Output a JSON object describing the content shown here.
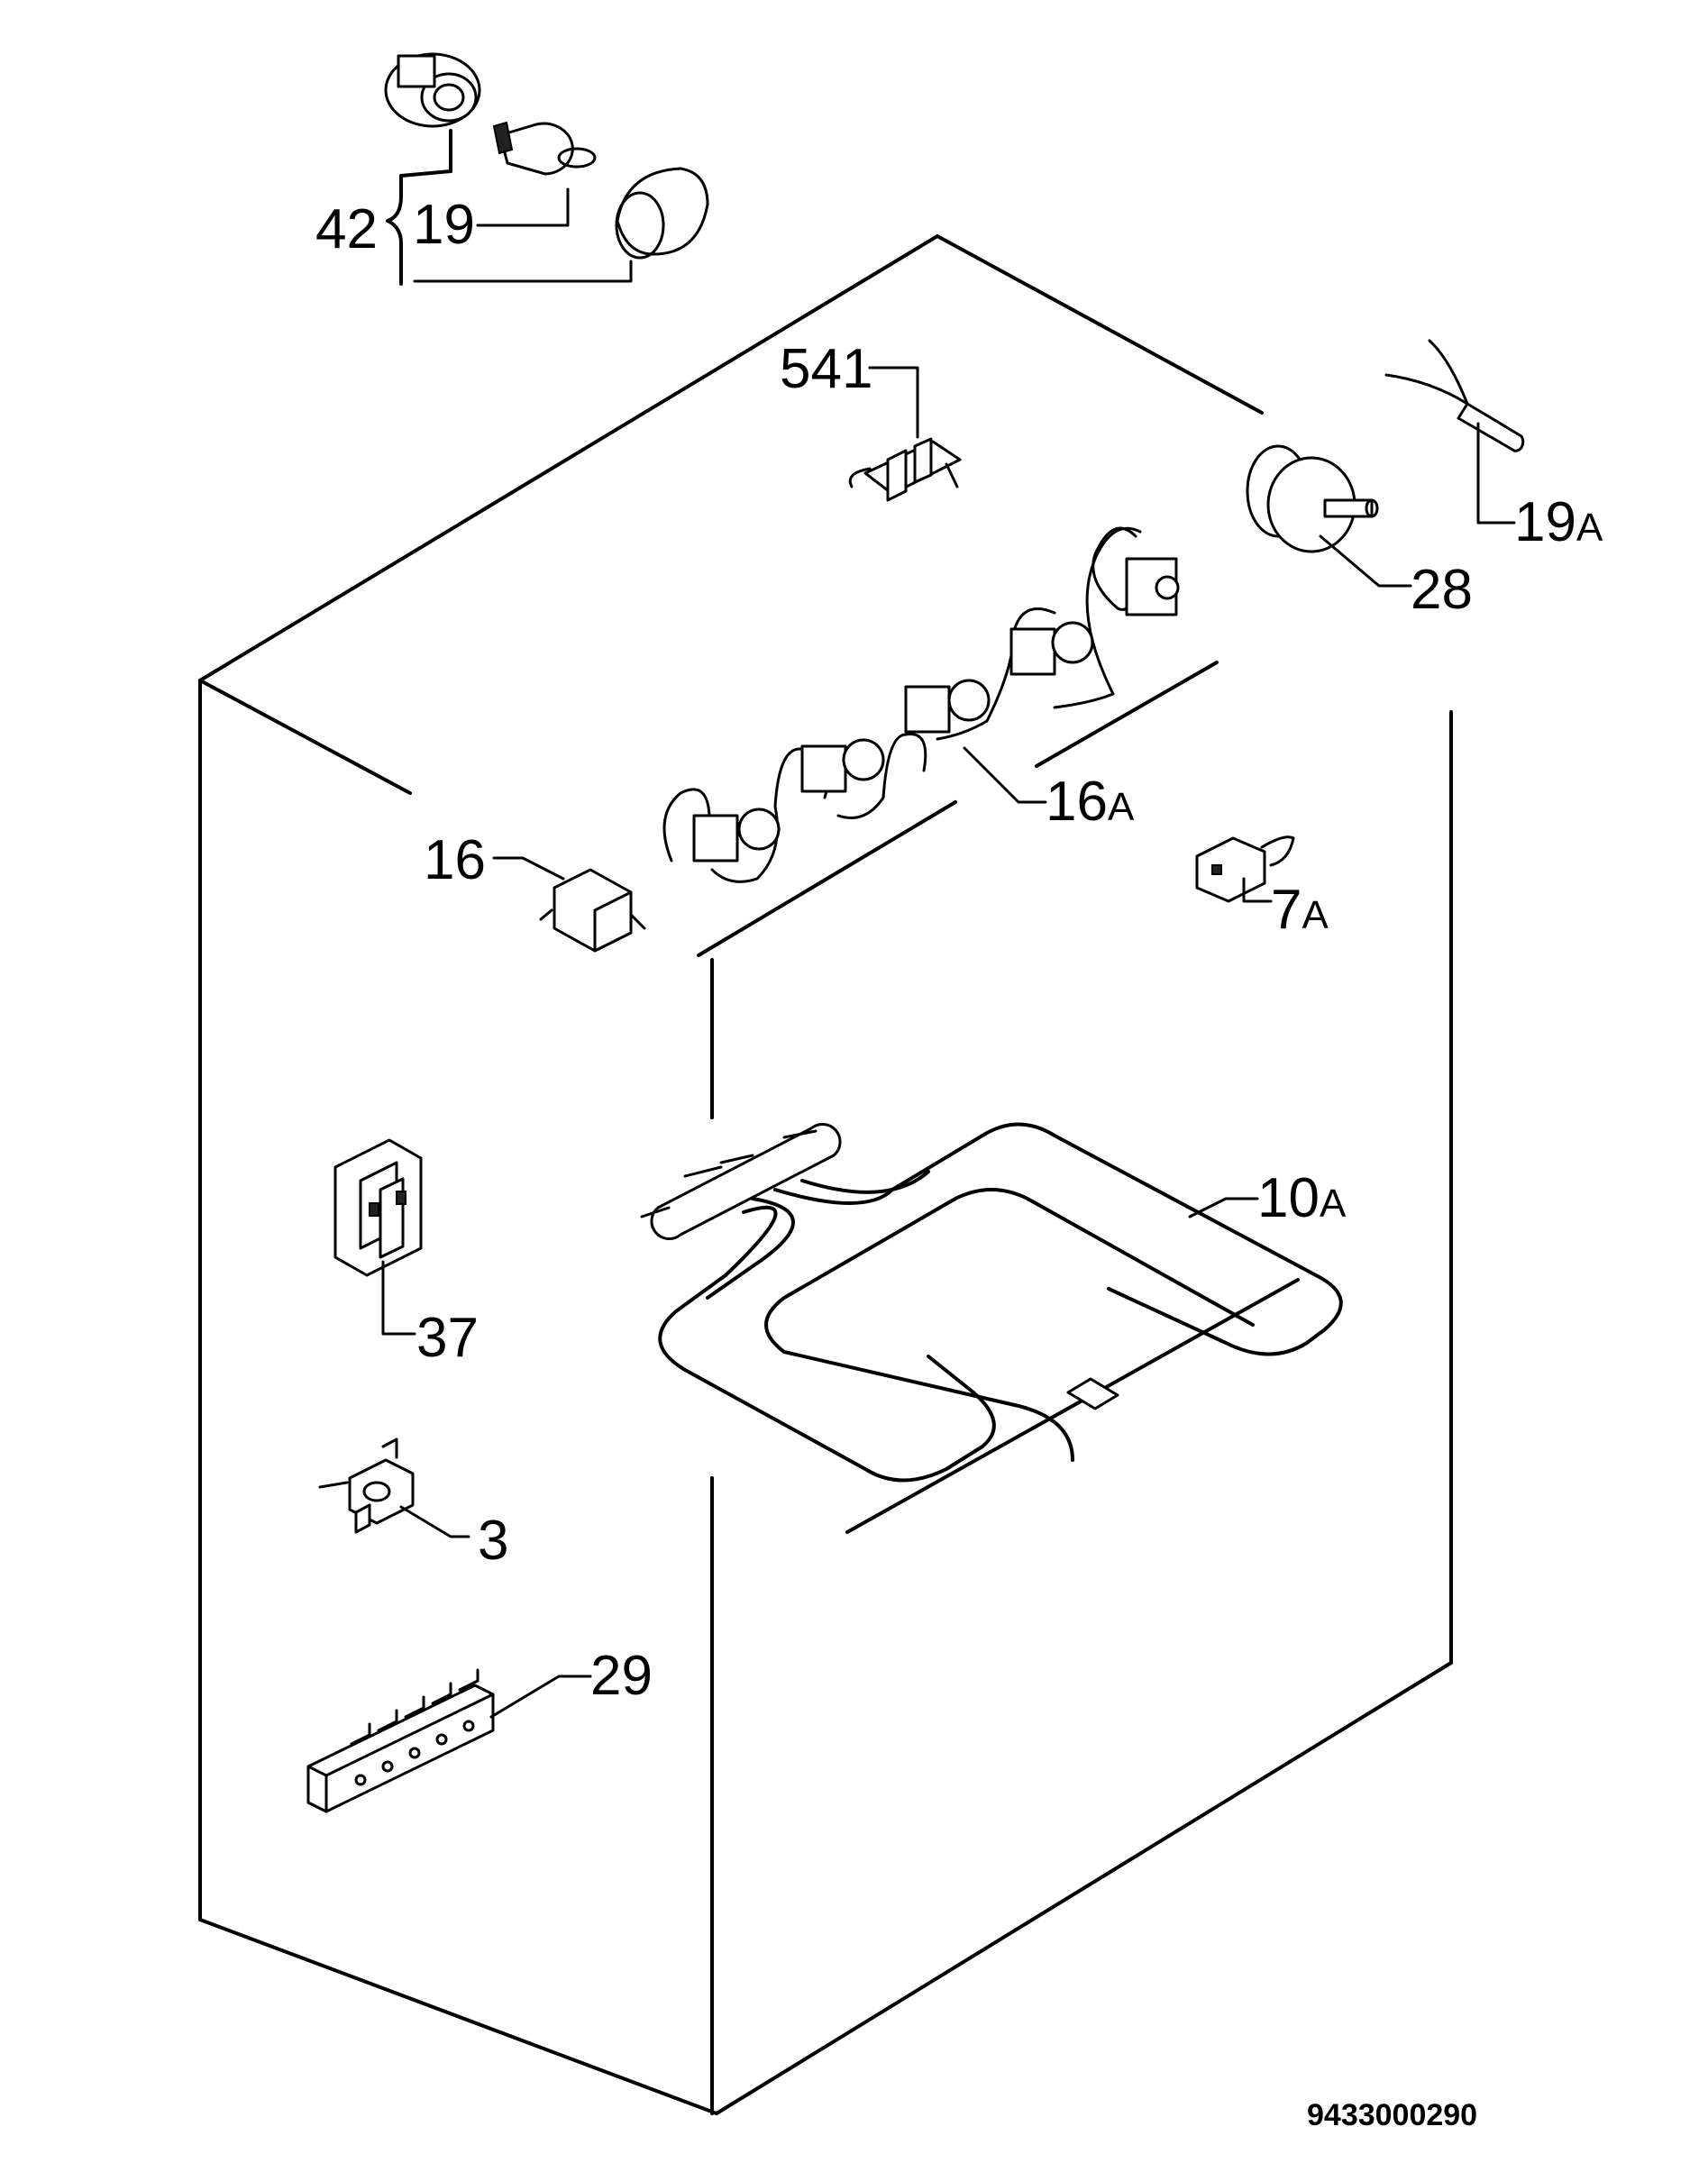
{
  "callouts": {
    "p42": "42",
    "p19": "19",
    "p541": "541",
    "p19a_num": "19",
    "p19a_suf": "A",
    "p28": "28",
    "p16a_num": "16",
    "p16a_suf": "A",
    "p16": "16",
    "p7a_num": "7",
    "p7a_suf": "A",
    "p10a_num": "10",
    "p10a_suf": "A",
    "p37": "37",
    "p3": "3",
    "p29": "29"
  },
  "drawing_number": "9433000290",
  "colors": {
    "ink": "#000000",
    "paper": "#ffffff"
  }
}
